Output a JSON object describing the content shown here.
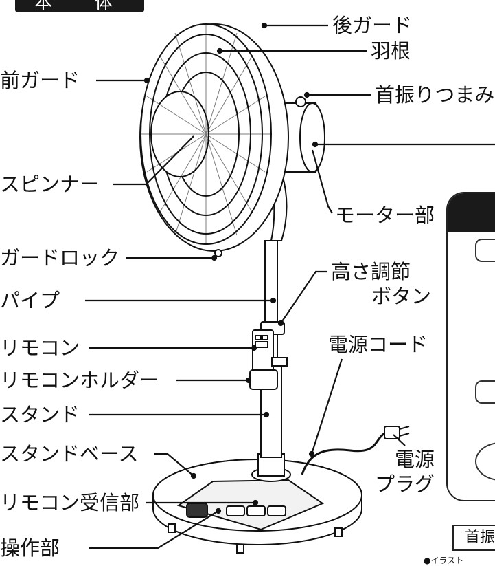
{
  "section_title": "本　体",
  "labels": {
    "rear_guard": "後ガード",
    "blade": "羽根",
    "front_guard": "前ガード",
    "oscillation_knob": "首振りつまみ",
    "spinner": "スピンナー",
    "motor": "モーター部",
    "guard_lock": "ガードロック",
    "height_button_line1": "高さ調節",
    "height_button_line2": "ボタン",
    "pipe": "パイプ",
    "remote": "リモコン",
    "power_cord": "電源コード",
    "remote_holder": "リモコンホルダー",
    "stand": "スタンド",
    "stand_base": "スタンドベース",
    "power_plug_line1": "電源",
    "power_plug_line2": "プラグ",
    "remote_receiver": "リモコン受信部",
    "control_panel": "操作部"
  },
  "inset_caption": "首振",
  "footnote": "●イラスト"
}
